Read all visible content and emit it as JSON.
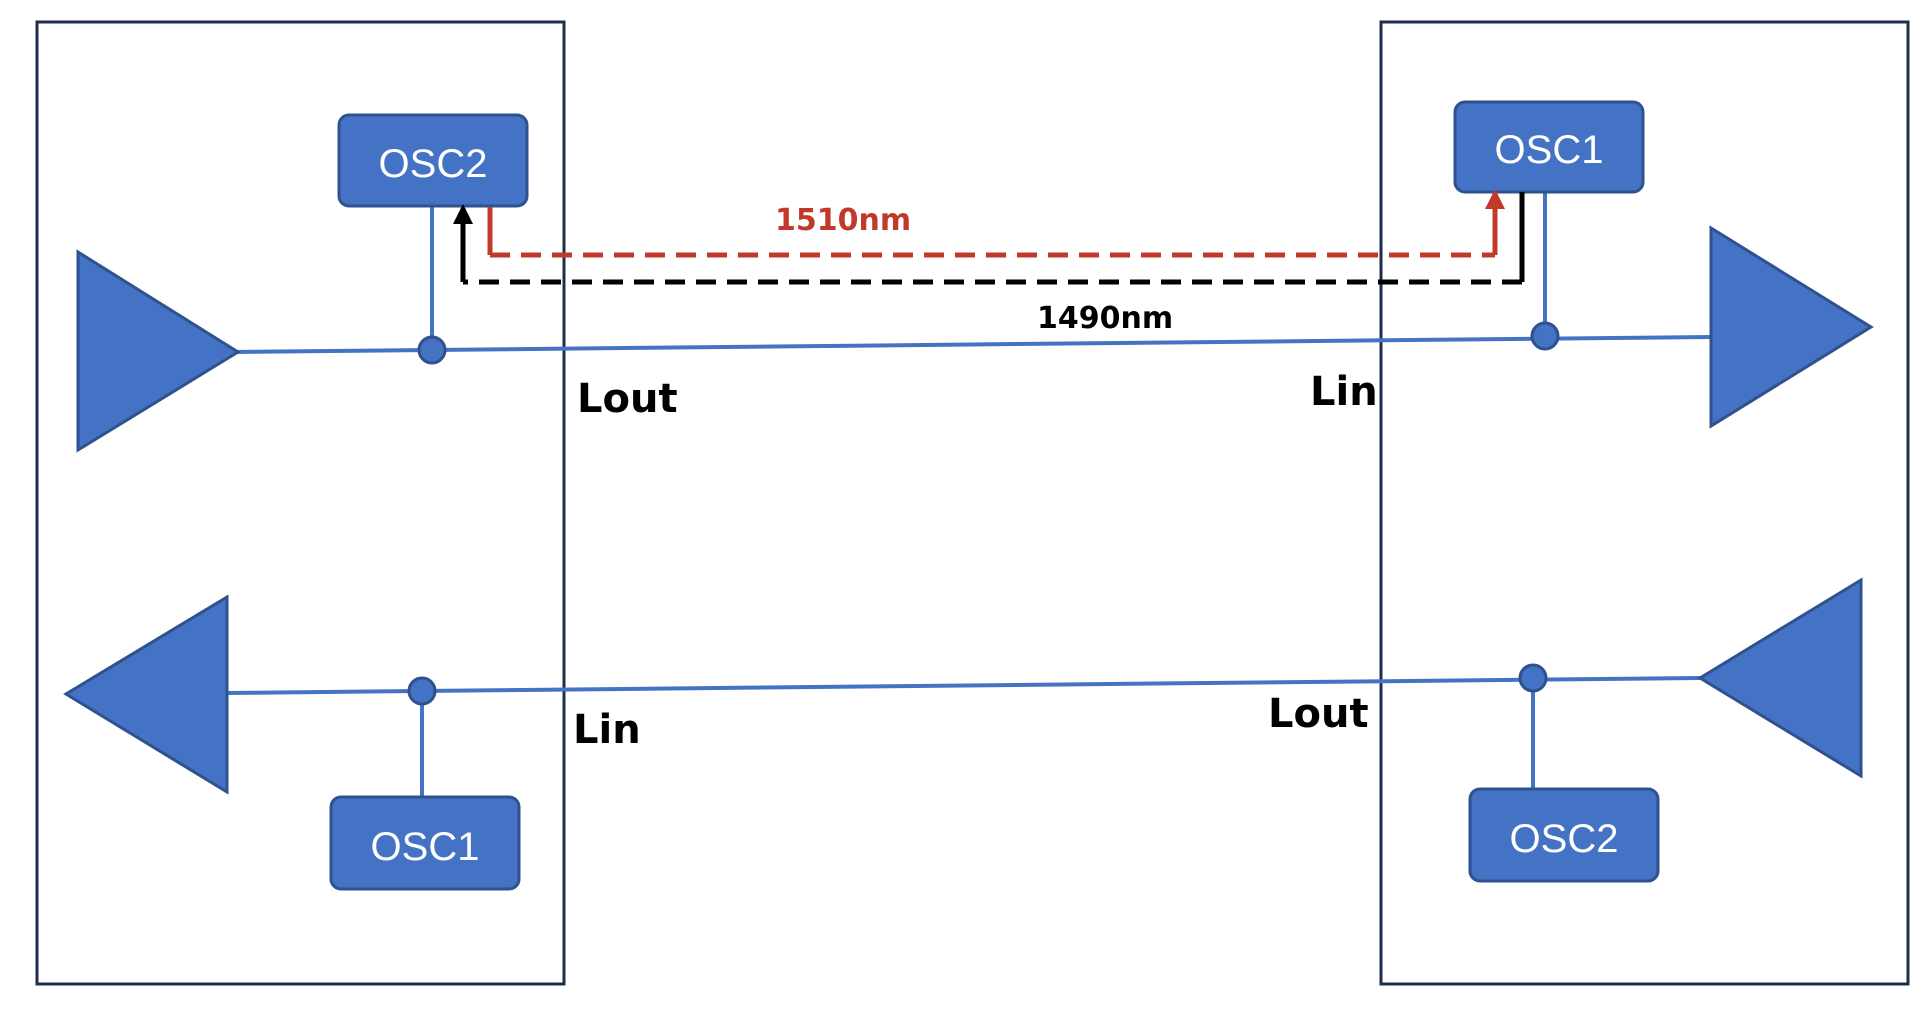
{
  "site_left": {
    "osc_top": "OSC2",
    "osc_bottom": "OSC1",
    "port_upper": "Lout",
    "port_lower": "Lin"
  },
  "site_right": {
    "osc_top": "OSC1",
    "osc_bottom": "OSC2",
    "port_upper": "Lin",
    "port_lower": "Lout"
  },
  "wavelengths": {
    "upper": "1510nm",
    "lower": "1490nm"
  },
  "colors": {
    "component_fill": "#4472c4",
    "component_stroke": "#2f528f",
    "frame": "#1f2d4d",
    "wavelength_1510": "#c0392b",
    "wavelength_1490": "#000000"
  }
}
